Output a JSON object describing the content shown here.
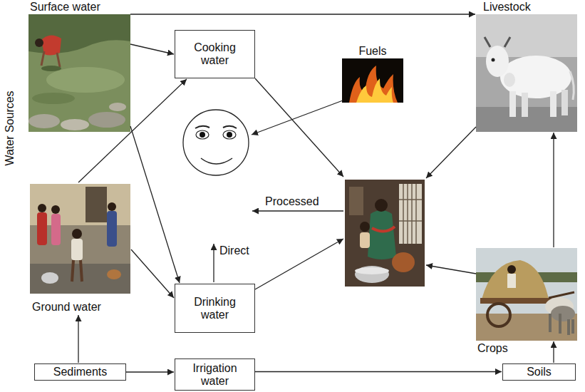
{
  "diagram": {
    "nodes": [
      {
        "text": [
          "Surface water"
        ]
      },
      {
        "text": [
          "Cooking water"
        ]
      },
      {
        "text": [
          "Fuels"
        ]
      },
      {
        "text": [
          "Livestock"
        ]
      },
      {
        "text": [
          "Ground water"
        ]
      },
      {
        "text": [
          "Drinking water"
        ]
      },
      {
        "text": [
          "Crops"
        ]
      },
      {
        "text": [
          "Sediments"
        ]
      },
      {
        "text": [
          "Irrigation water"
        ]
      },
      {
        "text": [
          "Soils"
        ]
      }
    ],
    "edges": [
      {
        "from": 0,
        "to": 3,
        "arrow": "to"
      },
      {
        "from": 0,
        "to": 1,
        "arrow": "to"
      },
      {
        "from": 0,
        "to": 5,
        "arrow": "to"
      },
      {
        "from": 4,
        "to": 1,
        "arrow": "to"
      },
      {
        "from": 4,
        "to": 5,
        "arrow": "to"
      },
      {
        "from": 7,
        "to": 4,
        "arrow": "to"
      },
      {
        "from": 7,
        "to": 8,
        "arrow": "to"
      },
      {
        "from": 8,
        "to": 9,
        "arrow": "to"
      },
      {
        "from": 9,
        "to": 6,
        "arrow": "to"
      },
      {
        "from": 6,
        "to": 3,
        "arrow": "to"
      }
    ],
    "labels": [
      "Water Sources",
      "Processed",
      "Direct"
    ]
  }
}
